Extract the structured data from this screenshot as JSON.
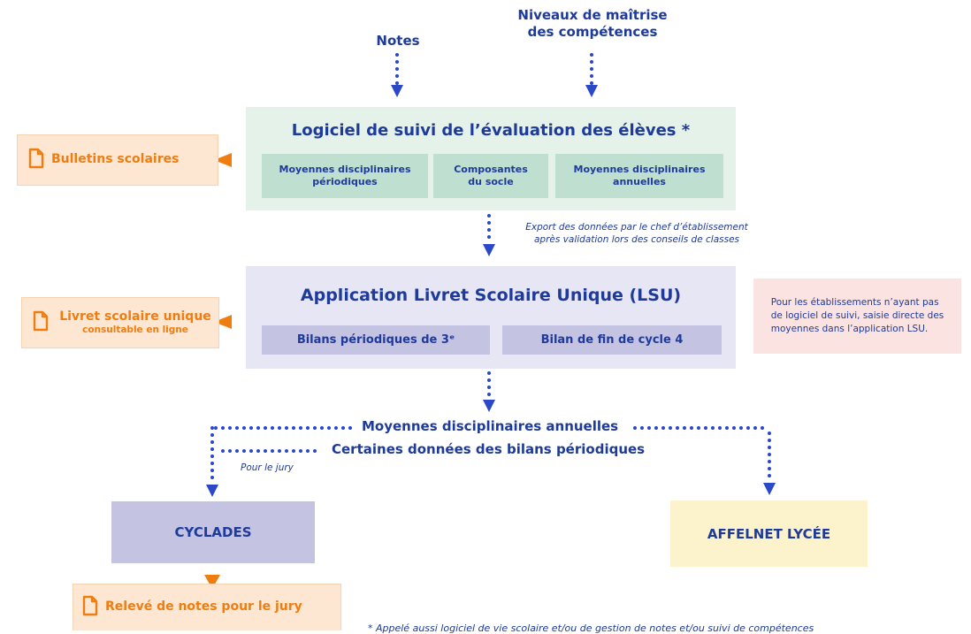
{
  "inputs": {
    "notes": "Notes",
    "niveaux_line1": "Niveaux de maîtrise",
    "niveaux_line2": "des compétences"
  },
  "logiciel": {
    "title": "Logiciel de suivi de l’évaluation des élèves *",
    "boxes": [
      {
        "line1": "Moyennes disciplinaires",
        "line2": "périodiques"
      },
      {
        "line1": "Composantes",
        "line2": "du socle"
      },
      {
        "line1": "Moyennes disciplinaires",
        "line2": "annuelles"
      }
    ]
  },
  "bulletins": {
    "label": "Bulletins scolaires"
  },
  "export_note": {
    "line1": "Export des données par le chef d’établissement",
    "line2": "après validation lors des conseils de classes"
  },
  "lsu": {
    "title": "Application Livret Scolaire Unique (LSU)",
    "boxes": [
      {
        "label": "Bilans périodiques de 3ᵉ"
      },
      {
        "label": "Bilan de fin de cycle 4"
      }
    ]
  },
  "livret": {
    "line1": "Livret scolaire unique",
    "line2": "consultable en ligne"
  },
  "side_note": {
    "line1": "Pour les établissements n’ayant pas",
    "line2": "de logiciel de suivi, saisie directe des",
    "line3": "moyennes dans l’application LSU."
  },
  "flows": {
    "moyennes_annuelles": "Moyennes disciplinaires annuelles",
    "certaines_donnees": "Certaines données des bilans périodiques",
    "pour_le_jury": "Pour le jury"
  },
  "cyclades": {
    "label": "CYCLADES"
  },
  "affelnet": {
    "label": "AFFELNET LYCÉE"
  },
  "releve": {
    "label": "Relevé de notes pour le jury"
  },
  "footnote": "* Appelé aussi logiciel de vie scolaire et/ou de gestion de notes et/ou suivi de compétences",
  "colors": {
    "navy": "#1e3a9a",
    "arrow_blue": "#2a48c8",
    "green_bg": "#e5f2ea",
    "green_sub": "#bfe0d0",
    "lsu_bg": "#e6e6f4",
    "lsu_sub": "#c4c3e2",
    "orange": "#ef7d10",
    "orange_bg": "#fde6d2",
    "pink_bg": "#fbe3e1",
    "cyclades_bg": "#c4c3e2",
    "affelnet_bg": "#fcf3cc"
  }
}
